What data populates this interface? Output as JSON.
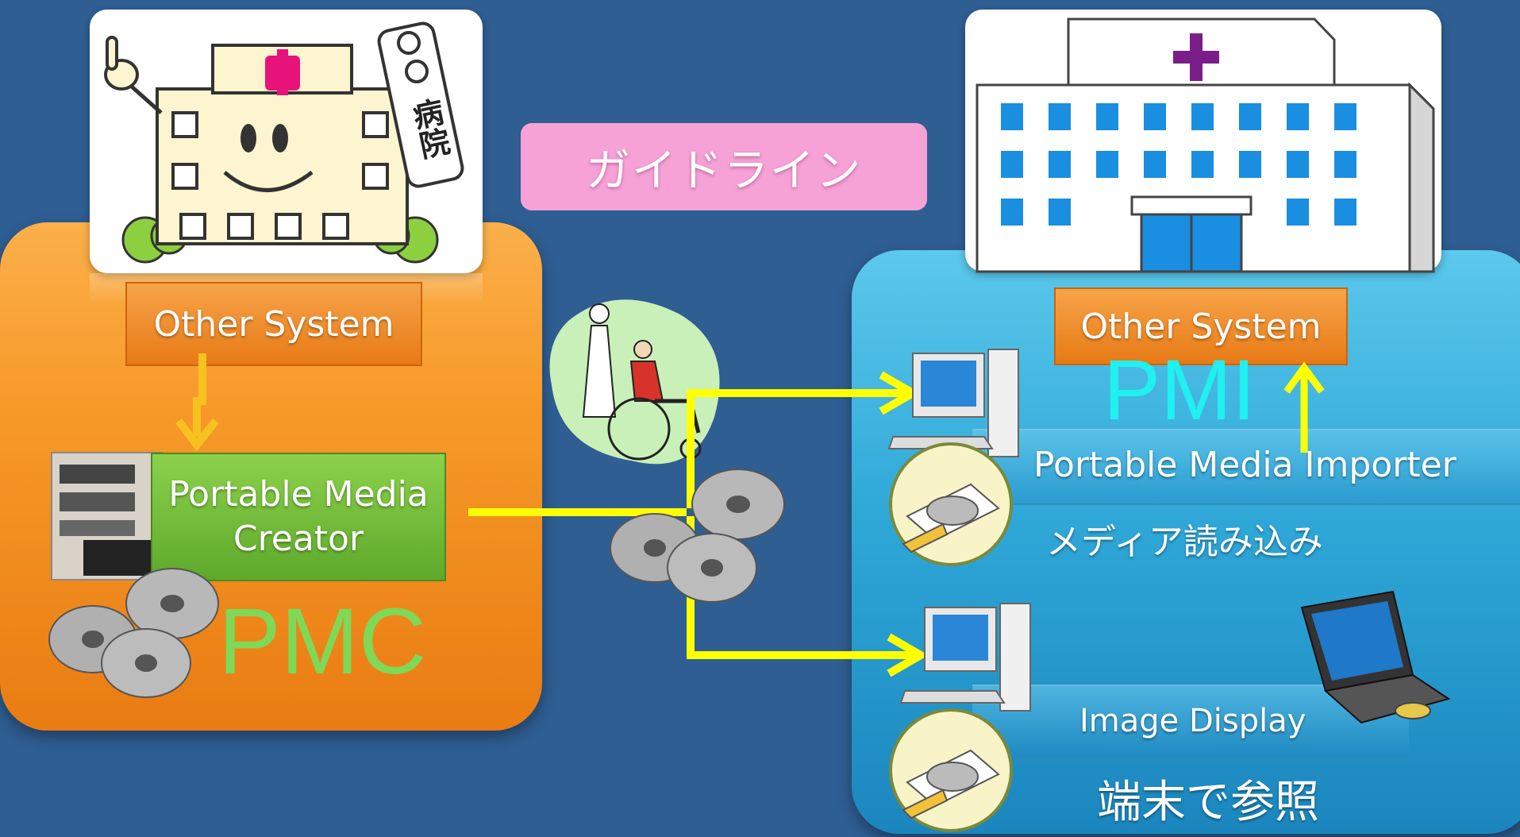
{
  "banner": {
    "label": "ガイドライン"
  },
  "left": {
    "other_system": "Other System",
    "creator_line1": "Portable Media",
    "creator_line2": "Creator",
    "acronym": "PMC",
    "sign_text": "病院"
  },
  "right": {
    "other_system": "Other System",
    "acronym": "PMI",
    "importer_label": "Portable Media Importer",
    "importer_caption": "メディア読み込み",
    "display_label": "Image Display",
    "display_caption": "端末で参照"
  },
  "colors": {
    "background": "#2f5e93",
    "left_panel": "#f79a2a",
    "right_panel": "#2fa8d8",
    "banner": "#f7a2d6",
    "arrow": "#ffff00",
    "pmc_text": "#7ed957",
    "pmi_text": "#1ff0f0"
  }
}
